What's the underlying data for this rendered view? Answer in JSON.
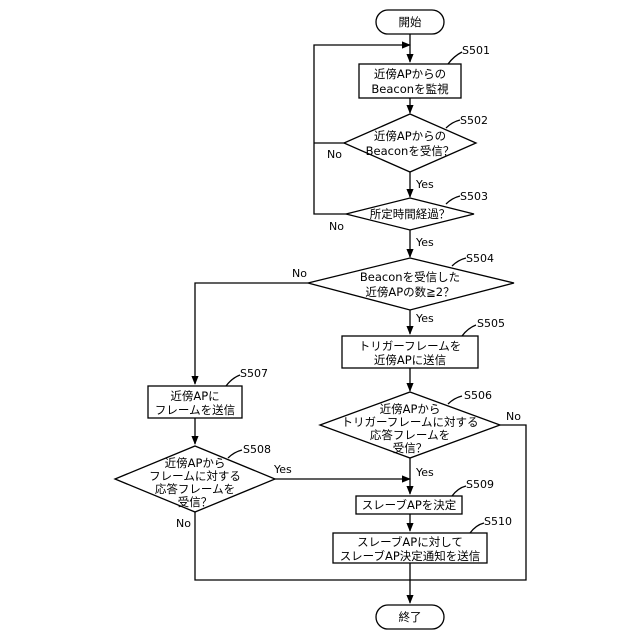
{
  "flowchart": {
    "start": "開始",
    "end": "終了",
    "steps": {
      "s501": {
        "id": "S501",
        "lines": [
          "近傍APからの",
          "Beaconを監視"
        ]
      },
      "s502": {
        "id": "S502",
        "lines": [
          "近傍APからの",
          "Beaconを受信？"
        ]
      },
      "s503": {
        "id": "S503",
        "lines": [
          "所定時間経過？"
        ]
      },
      "s504": {
        "id": "S504",
        "lines": [
          "Beaconを受信した",
          "近傍APの数≧2？"
        ]
      },
      "s505": {
        "id": "S505",
        "lines": [
          "トリガーフレームを",
          "近傍APに送信"
        ]
      },
      "s506": {
        "id": "S506",
        "lines": [
          "近傍APから",
          "トリガーフレームに対する",
          "応答フレームを",
          "受信？"
        ]
      },
      "s507": {
        "id": "S507",
        "lines": [
          "近傍APに",
          "フレームを送信"
        ]
      },
      "s508": {
        "id": "S508",
        "lines": [
          "近傍APから",
          "フレームに対する",
          "応答フレームを",
          "受信？"
        ]
      },
      "s509": {
        "id": "S509",
        "lines": [
          "スレーブAPを決定"
        ]
      },
      "s510": {
        "id": "S510",
        "lines": [
          "スレーブAPに対して",
          "スレーブAP決定通知を送信"
        ]
      }
    },
    "branch_labels": {
      "yes": "Yes",
      "no": "No"
    }
  }
}
